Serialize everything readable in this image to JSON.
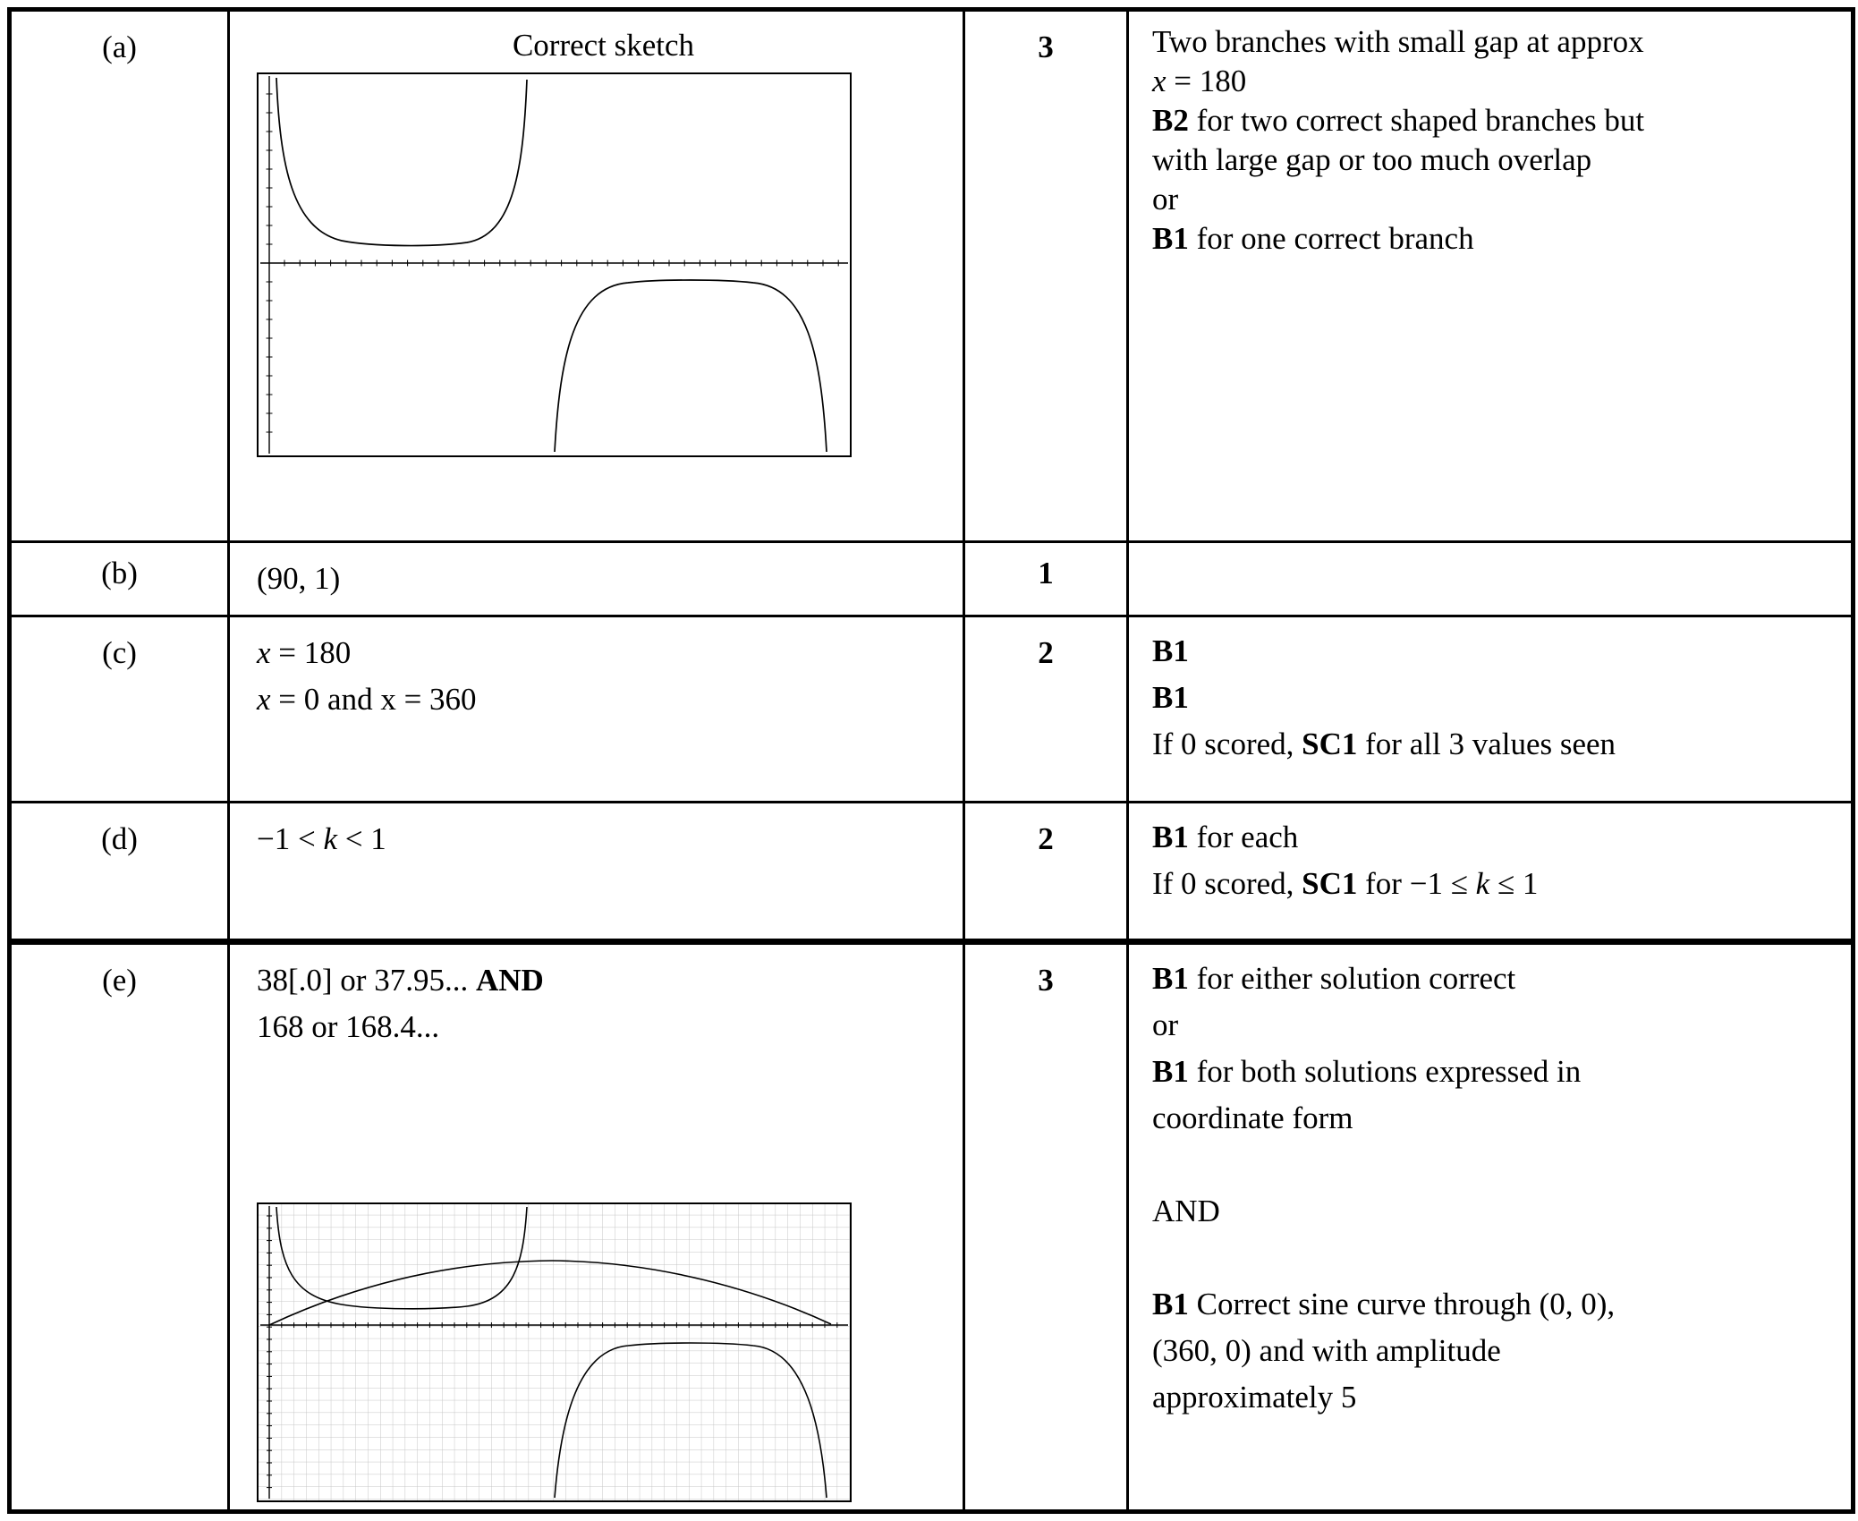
{
  "document": {
    "type": "mark-scheme-table"
  },
  "rows": [
    {
      "part": "(a)",
      "marks": "3",
      "answer_heading": "Correct sketch",
      "guidance": [
        [
          {
            "t": "Two branches with small gap at approx"
          }
        ],
        [
          {
            "t": "x",
            "i": true
          },
          {
            "t": " = 180"
          }
        ],
        [
          {
            "t": "B2",
            "b": true
          },
          {
            "t": " for two correct shaped branches but"
          }
        ],
        [
          {
            "t": "with large gap or too much overlap"
          }
        ],
        [
          {
            "t": "or"
          }
        ],
        [
          {
            "t": "B1",
            "b": true
          },
          {
            "t": " for one correct branch"
          }
        ]
      ]
    },
    {
      "part": "(b)",
      "marks": "1",
      "answer": [
        [
          {
            "t": "(90, 1)"
          }
        ]
      ],
      "guidance": []
    },
    {
      "part": "(c)",
      "marks": "2",
      "answer": [
        [
          {
            "t": "x",
            "i": true
          },
          {
            "t": " = 180"
          }
        ],
        [
          {
            "t": "x",
            "i": true
          },
          {
            "t": " = 0 and x = 360"
          }
        ]
      ],
      "guidance": [
        [
          {
            "t": "B1",
            "b": true
          }
        ],
        [
          {
            "t": "B1",
            "b": true
          }
        ],
        [
          {
            "t": "If 0 scored, "
          },
          {
            "t": "SC1",
            "b": true
          },
          {
            "t": " for all 3 values seen"
          }
        ]
      ]
    },
    {
      "part": "(d)",
      "marks": "2",
      "answer": [
        [
          {
            "t": "−1 < "
          },
          {
            "t": "k",
            "i": true
          },
          {
            "t": " < 1"
          }
        ]
      ],
      "guidance": [
        [
          {
            "t": "B1",
            "b": true
          },
          {
            "t": " for each"
          }
        ],
        [
          {
            "t": "If 0 scored, "
          },
          {
            "t": "SC1",
            "b": true
          },
          {
            "t": " for −1 ≤ "
          },
          {
            "t": "k",
            "i": true
          },
          {
            "t": " ≤ 1"
          }
        ]
      ]
    },
    {
      "part": "(e)",
      "marks": "3",
      "answer": [
        [
          {
            "t": "38[.0] or 37.95... "
          },
          {
            "t": "AND",
            "b": true
          }
        ],
        [
          {
            "t": "168 or 168.4..."
          }
        ]
      ],
      "guidance": [
        [
          {
            "t": "B1",
            "b": true
          },
          {
            "t": " for either solution correct"
          }
        ],
        [
          {
            "t": "or"
          }
        ],
        [
          {
            "t": "B1",
            "b": true
          },
          {
            "t": " for both solutions expressed in"
          }
        ],
        [
          {
            "t": "coordinate form"
          }
        ],
        [],
        [
          {
            "t": "AND"
          }
        ],
        [],
        [
          {
            "t": "B1",
            "b": true
          },
          {
            "t": " Correct sine curve through (0, 0),"
          }
        ],
        [
          {
            "t": "(360, 0) and with amplitude"
          }
        ],
        [
          {
            "t": "approximately 5"
          }
        ]
      ]
    }
  ],
  "chart_data": [
    {
      "type": "line",
      "title": "Correct sketch",
      "description": "y = cosec x sketched from 0 to 360 degrees: one branch above the x-axis between asymptotes x = 0 and x = 180 with minimum point (90, 1); one branch below the x-axis between asymptotes x = 180 and x = 360 with maximum point (270, -1)",
      "x_range_degrees": [
        0,
        390
      ],
      "asymptotes_x": [
        0,
        180,
        360
      ],
      "minimum_point": [
        90,
        1
      ],
      "maximum_point": [
        270,
        -1
      ],
      "grid": false
    },
    {
      "type": "line",
      "title": "Solution sketch",
      "description": "Same cosec branches drawn on a squared grid together with a sine curve through (0, 0) and (360, 0) with amplitude approximately 5; the curves intersect near x = 38 and x = 168",
      "grid": true,
      "sine_through": [
        [
          0,
          0
        ],
        [
          360,
          0
        ]
      ],
      "sine_amplitude": 5,
      "intersections_x": [
        38,
        168.4
      ]
    }
  ]
}
